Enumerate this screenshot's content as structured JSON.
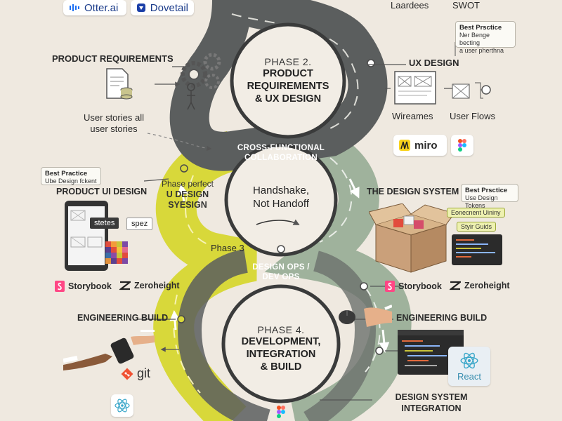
{
  "top": {
    "logo_otter": "Otter.ai",
    "logo_dovetail": "Dovetail",
    "label_laardees": "Laardees",
    "label_swot": "SWOT"
  },
  "phase2": {
    "number": "PHASE 2.",
    "title_line1": "PRODUCT",
    "title_line2": "REQUIREMENTS",
    "title_line3": "& UX DESIGN"
  },
  "product_requirements": {
    "heading": "PRODUCT REQUIREMENTS",
    "caption_line1": "User stories all",
    "caption_line2": "user stories"
  },
  "ux_design": {
    "heading": "UX DESIGN",
    "best_title": "Best Prsctice",
    "best_line1": "Ner Benge becting",
    "best_line2": "a user pherthna",
    "wireframes_label": "Wireames",
    "userflows_label": "User Flows",
    "miro_label": "miro"
  },
  "bands": {
    "cross_line1": "CROSS-FUNCTIONAL",
    "cross_line2": "COLLABORATION",
    "designops_line1": "DESIGN OPS /",
    "designops_line2": "DEV OPS"
  },
  "phase3": {
    "lime_line1": "Phase perfect",
    "lime_line2": "U DESIGN",
    "lime_line3": "SYESIGN",
    "handshake_line1": "Handshake,",
    "handshake_line2": "Not Handoff",
    "label": "Phase 3"
  },
  "product_ui": {
    "heading": "PRODUCT UI DESIGN",
    "best_title": "Best Practice",
    "best_line1": "Ube Design fckent",
    "chip_states": "stetes",
    "chip_spec": "spez"
  },
  "design_system": {
    "heading": "THE DESIGN SYSTEM",
    "best_title": "Best Prsctice",
    "best_line1": "Use Design Tokens",
    "tag1": "Eonecnent Uininy",
    "tag2": "Styir Guids"
  },
  "tools": {
    "storybook": "Storybook",
    "zeroheight": "Zeroheight"
  },
  "phase4": {
    "number": "PHASE 4.",
    "title_line1": "DEVELOPMENT,",
    "title_line2": "INTEGRATION",
    "title_line3": "& BUILD"
  },
  "engineering": {
    "left_heading": "ENGINEERING BUILD",
    "right_heading": "ENGINEERING BUILD",
    "git_label": "git",
    "react_label": "React"
  },
  "integration": {
    "line1": "DESIGN SYSTEM",
    "line2": "INTEGRATION"
  },
  "colors": {
    "background": "#efe9e0",
    "road_dark": "#5b5e5e",
    "road_sage": "#9fb29c",
    "road_lime": "#d8d83a",
    "circle_fill": "#f2ede5"
  }
}
